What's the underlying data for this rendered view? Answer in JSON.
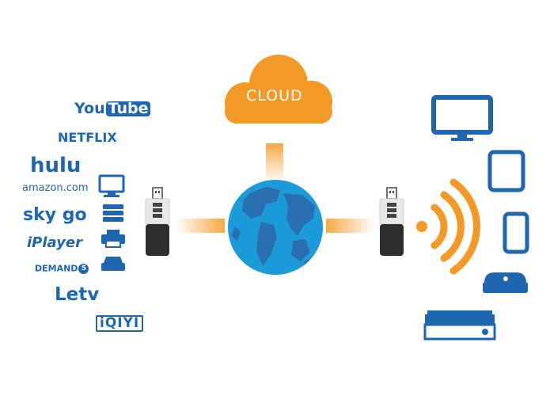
{
  "cloud": {
    "label": "CLOUD"
  },
  "services": [
    {
      "id": "youtube",
      "part1": "You",
      "part2": "Tube"
    },
    {
      "id": "netflix",
      "label": "NETFLIX"
    },
    {
      "id": "hulu",
      "label": "hulu"
    },
    {
      "id": "amazon",
      "label": "amazon.com"
    },
    {
      "id": "skygo",
      "label": "sky go"
    },
    {
      "id": "iplayer",
      "label": "iPlayer"
    },
    {
      "id": "demand5",
      "label": "DEMAND",
      "badge": "5"
    },
    {
      "id": "letv",
      "label": "Letv"
    },
    {
      "id": "iqiyi",
      "label": "iQIYI"
    }
  ],
  "colors": {
    "orange": "#f39a26",
    "blue": "#1f66b0",
    "ocean": "#1b9bd8",
    "land": "#2a6fb0"
  },
  "icons": {
    "left": [
      "monitor-icon",
      "server-icon",
      "printer-icon",
      "storage-icon"
    ],
    "right": [
      "desktop-monitor-icon",
      "tablet-icon",
      "phone-icon",
      "set-top-box-icon",
      "game-console-icon"
    ],
    "center": [
      "cloud-icon",
      "globe-icon",
      "usb-dongle-left-icon",
      "usb-dongle-right-icon",
      "wifi-signal-icon"
    ]
  }
}
